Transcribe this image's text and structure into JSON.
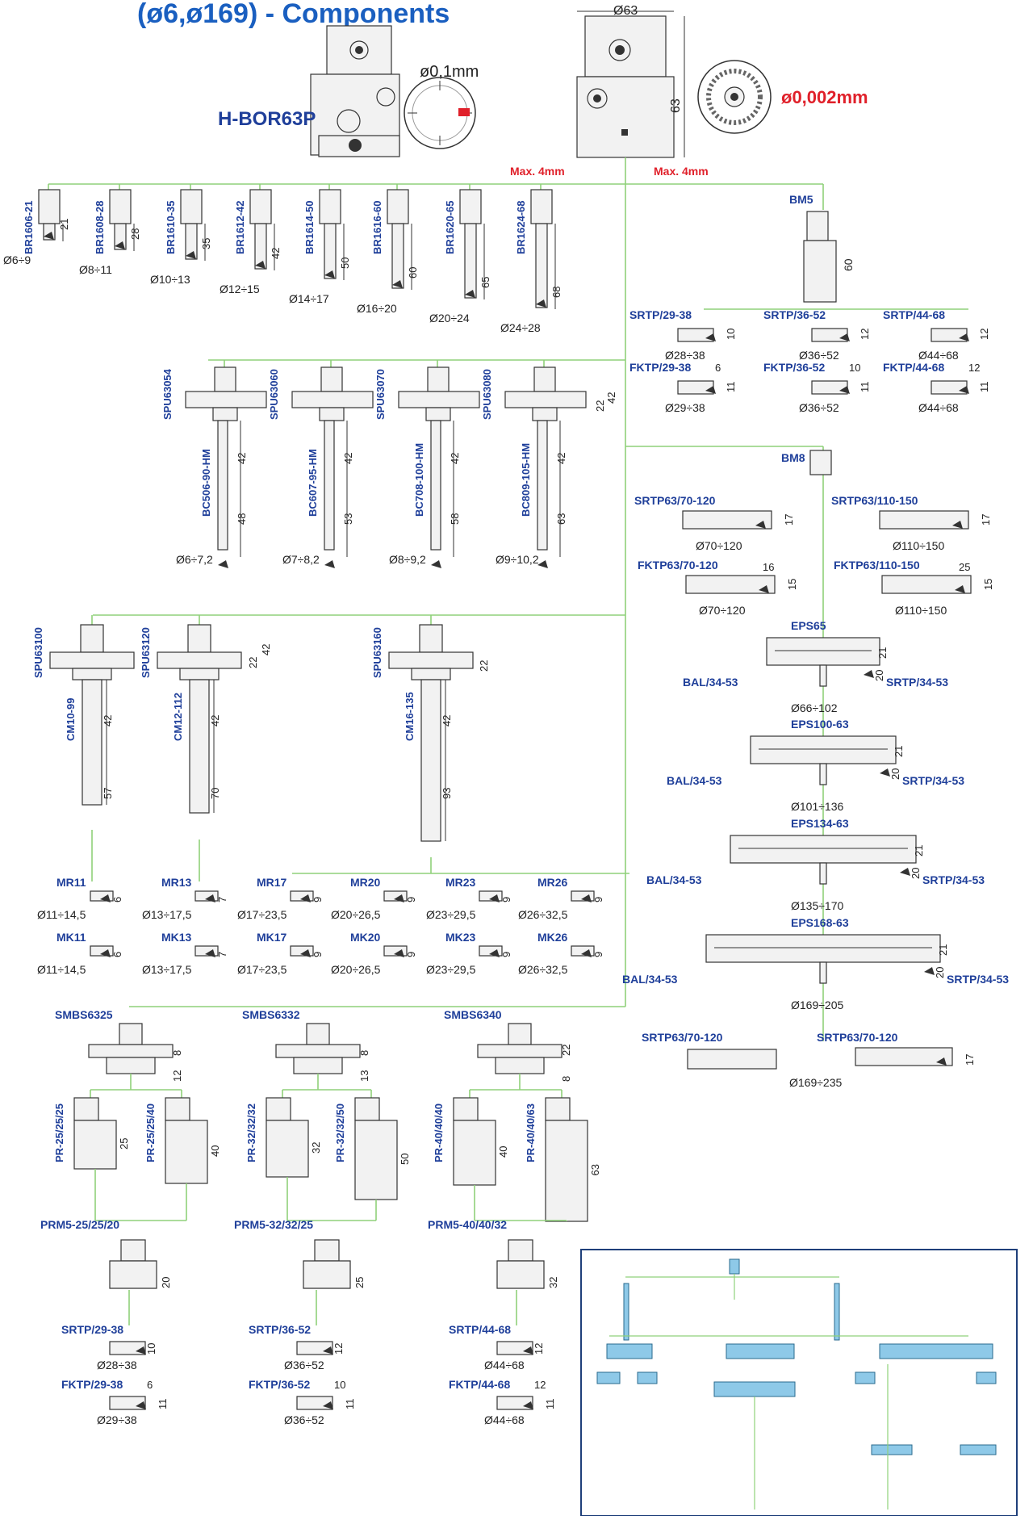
{
  "header": {
    "title": "(ø6,ø169) - Components",
    "model": "H-BOR63P",
    "dia_top": "Ø63",
    "height": "63",
    "fine_1": "ø0,1mm",
    "fine_2": "ø0,002mm",
    "max_left": "Max. 4mm",
    "max_right": "Max. 4mm"
  },
  "br_tools": [
    {
      "code": "BR1606-21",
      "len": "21",
      "range": "Ø6÷9"
    },
    {
      "code": "BR1608-28",
      "len": "28",
      "range": "Ø8÷11"
    },
    {
      "code": "BR1610-35",
      "len": "35",
      "range": "Ø10÷13"
    },
    {
      "code": "BR1612-42",
      "len": "42",
      "range": "Ø12÷15"
    },
    {
      "code": "BR1614-50",
      "len": "50",
      "range": "Ø14÷17"
    },
    {
      "code": "BR1616-60",
      "len": "60",
      "range": "Ø16÷20"
    },
    {
      "code": "BR1620-65",
      "len": "65",
      "range": "Ø20÷24"
    },
    {
      "code": "BR1624-68",
      "len": "68",
      "range": "Ø24÷28"
    }
  ],
  "bm5": {
    "code": "BM5",
    "len": "60",
    "items": [
      {
        "code": "SRTP/29-38",
        "d": "10",
        "range": "Ø28÷38"
      },
      {
        "code": "SRTP/36-52",
        "d": "12",
        "range": "Ø36÷52"
      },
      {
        "code": "SRTP/44-68",
        "d": "12",
        "range": "Ø44÷68"
      },
      {
        "code": "FKTP/29-38",
        "w": "6",
        "d": "11",
        "range": "Ø29÷38"
      },
      {
        "code": "FKTP/36-52",
        "w": "10",
        "d": "11",
        "range": "Ø36÷52"
      },
      {
        "code": "FKTP/44-68",
        "w": "12",
        "d": "11",
        "range": "Ø44÷68"
      }
    ]
  },
  "spu_small": [
    {
      "code": "SPU63054",
      "bar": "BC506-90-HM",
      "a": "42",
      "b": "48",
      "range": "Ø6÷7,2"
    },
    {
      "code": "SPU63060",
      "bar": "BC607-95-HM",
      "a": "42",
      "b": "53",
      "range": "Ø7÷8,2"
    },
    {
      "code": "SPU63070",
      "bar": "BC708-100-HM",
      "a": "42",
      "b": "58",
      "range": "Ø8÷9,2"
    },
    {
      "code": "SPU63080",
      "bar": "BC809-105-HM",
      "a": "42",
      "b": "63",
      "range": "Ø9÷10,2"
    }
  ],
  "spu_dims": {
    "h1": "22",
    "h2": "42"
  },
  "bm8": {
    "code": "BM8",
    "items": [
      {
        "code": "SRTP63/70-120",
        "d": "17",
        "range": "Ø70÷120"
      },
      {
        "code": "SRTP63/110-150",
        "d": "17",
        "range": "Ø110÷150"
      },
      {
        "code": "FKTP63/70-120",
        "w": "16",
        "d": "15",
        "range": "Ø70÷120"
      },
      {
        "code": "FKTP63/110-150",
        "w": "25",
        "d": "15",
        "range": "Ø110÷150"
      }
    ]
  },
  "eps": [
    {
      "code": "EPS65",
      "left": "BAL/34-53",
      "right": "SRTP/34-53",
      "a": "21",
      "b": "20",
      "range": "Ø66÷102"
    },
    {
      "code": "EPS100-63",
      "left": "BAL/34-53",
      "right": "SRTP/34-53",
      "a": "21",
      "b": "20",
      "range": "Ø101÷136"
    },
    {
      "code": "EPS134-63",
      "left": "BAL/34-53",
      "right": "SRTP/34-53",
      "a": "21",
      "b": "20",
      "range": "Ø135÷170"
    },
    {
      "code": "EPS168-63",
      "left": "BAL/34-53",
      "right": "SRTP/34-53",
      "a": "21",
      "b": "20",
      "range": "Ø169÷205"
    }
  ],
  "eps_bottom": [
    {
      "code": "SRTP63/70-120"
    },
    {
      "code": "SRTP63/70-120",
      "d": "17",
      "range": "Ø169÷235"
    }
  ],
  "spu_large": [
    {
      "code": "SPU63100",
      "bar": "CM10-99",
      "a": "42",
      "b": "57"
    },
    {
      "code": "SPU63120",
      "bar": "CM12-112",
      "a": "42",
      "b": "70"
    },
    {
      "code": "SPU63160",
      "bar": "CM16-135",
      "a": "42",
      "b": "93"
    }
  ],
  "spu_large_dims": {
    "h1": "22",
    "h2": "42",
    "h3": "22"
  },
  "mr_items": [
    {
      "code": "MR11",
      "d": "6",
      "range": "Ø11÷14,5"
    },
    {
      "code": "MR13",
      "d": "7",
      "range": "Ø13÷17,5"
    },
    {
      "code": "MR17",
      "d": "9",
      "range": "Ø17÷23,5"
    },
    {
      "code": "MR20",
      "d": "9",
      "range": "Ø20÷26,5"
    },
    {
      "code": "MR23",
      "d": "9",
      "range": "Ø23÷29,5"
    },
    {
      "code": "MR26",
      "d": "9",
      "range": "Ø26÷32,5"
    }
  ],
  "mk_items": [
    {
      "code": "MK11",
      "d": "6",
      "range": "Ø11÷14,5"
    },
    {
      "code": "MK13",
      "d": "7",
      "range": "Ø13÷17,5"
    },
    {
      "code": "MK17",
      "d": "9",
      "range": "Ø17÷23,5"
    },
    {
      "code": "MK20",
      "d": "9",
      "range": "Ø20÷26,5"
    },
    {
      "code": "MK23",
      "d": "9",
      "range": "Ø23÷29,5"
    },
    {
      "code": "MK26",
      "d": "9",
      "range": "Ø26÷32,5"
    }
  ],
  "smbs": [
    {
      "code": "SMBS6325",
      "a": "8",
      "b": "12"
    },
    {
      "code": "SMBS6332",
      "a": "8",
      "b": "13"
    },
    {
      "code": "SMBS6340",
      "a": "22",
      "b": "8"
    }
  ],
  "pr": [
    {
      "code": "PR-25/25/25",
      "d": "25"
    },
    {
      "code": "PR-25/25/40",
      "d": "40"
    },
    {
      "code": "PR-32/32/32",
      "d": "32"
    },
    {
      "code": "PR-32/32/50",
      "d": "50"
    },
    {
      "code": "PR-40/40/40",
      "d": "40"
    },
    {
      "code": "PR-40/40/63",
      "d": "63"
    }
  ],
  "prm": [
    {
      "code": "PRM5-25/25/20",
      "d": "20"
    },
    {
      "code": "PRM5-32/32/25",
      "d": "25"
    },
    {
      "code": "PRM5-40/40/32",
      "d": "32"
    }
  ],
  "bottom_tools": [
    {
      "srtp": "SRTP/29-38",
      "sd": "10",
      "srange": "Ø28÷38",
      "fktp": "FKTP/29-38",
      "fw": "6",
      "fd": "11",
      "frange": "Ø29÷38"
    },
    {
      "srtp": "SRTP/36-52",
      "sd": "12",
      "srange": "Ø36÷52",
      "fktp": "FKTP/36-52",
      "fw": "10",
      "fd": "11",
      "frange": "Ø36÷52"
    },
    {
      "srtp": "SRTP/44-68",
      "sd": "12",
      "srange": "Ø44÷68",
      "fktp": "FKTP/44-68",
      "fw": "12",
      "fd": "11",
      "frange": "Ø44÷68"
    }
  ]
}
